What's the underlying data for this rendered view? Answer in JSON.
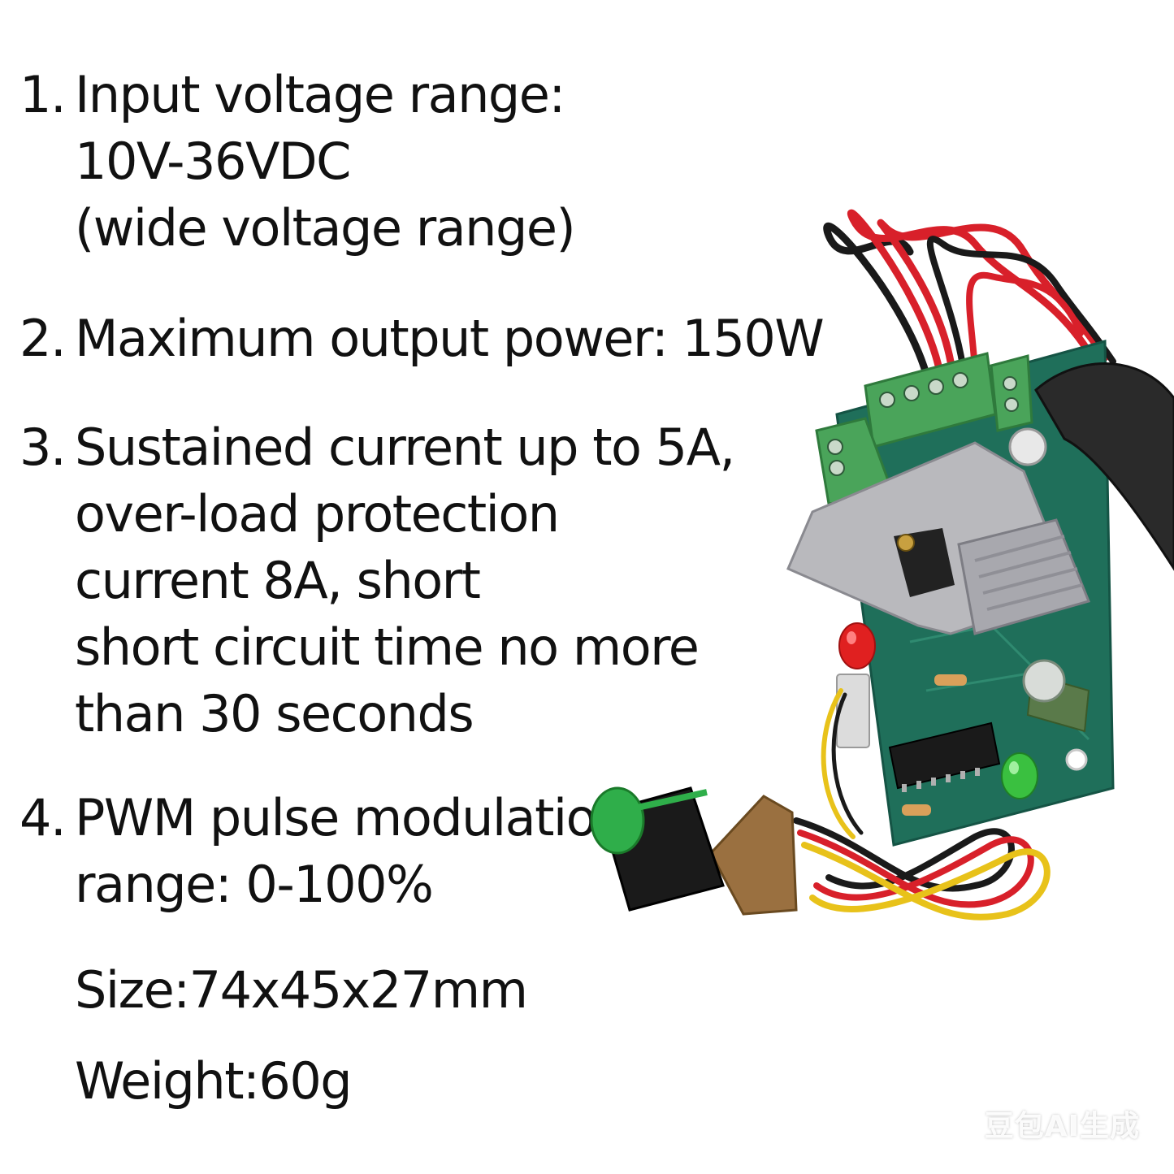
{
  "specs": [
    {
      "number": "1.",
      "lines": [
        "Input voltage range:",
        "10V-36VDC",
        "(wide voltage range)"
      ]
    },
    {
      "number": "2.",
      "lines": [
        "Maximum output power: 150W"
      ]
    },
    {
      "number": "3.",
      "lines": [
        "Sustained current up to 5A,",
        "over-load protection",
        "current 8A, short",
        "short circuit time no more",
        "than 30 seconds"
      ]
    },
    {
      "number": "4.",
      "lines": [
        "PWM pulse modulation",
        "range: 0-100%"
      ]
    }
  ],
  "size_text": "Size:74x45x27mm",
  "weight_text": "Weight:60g",
  "watermark": "豆包AI生成",
  "colors": {
    "pcb": "#1f6f5a",
    "terminal": "#4aa45a",
    "heatsink": "#b9b9bd",
    "wire_red": "#d8202a",
    "wire_black": "#1a1a1a",
    "wire_yellow": "#e8c21a",
    "knob_green": "#2fae4a"
  }
}
